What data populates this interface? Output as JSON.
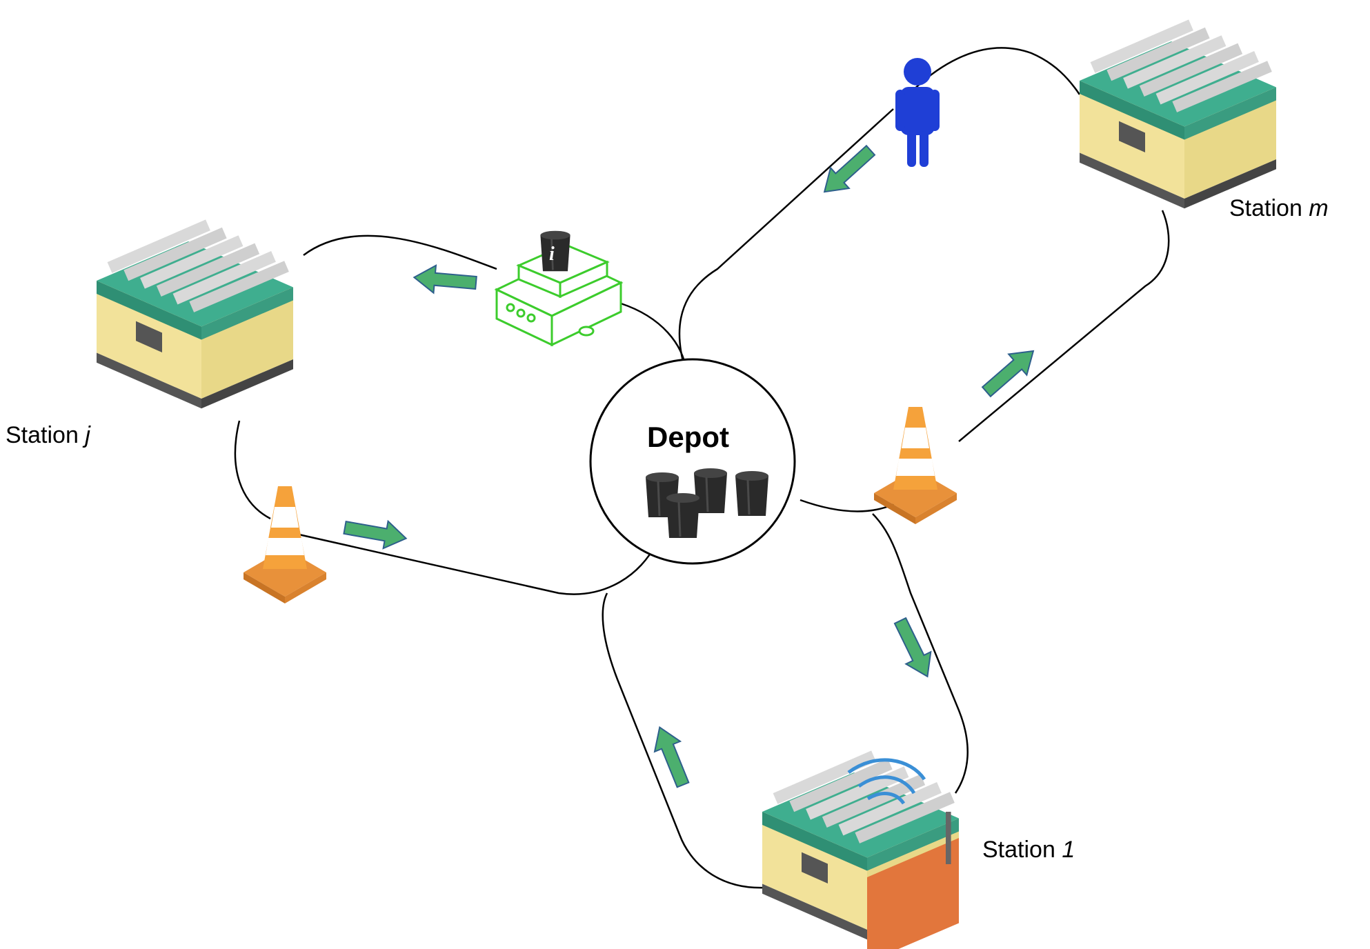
{
  "labels": {
    "depot": "Depot",
    "station_j_prefix": "Station ",
    "station_j_index": "j",
    "station_m_prefix": "Station ",
    "station_m_index": "m",
    "station_1_prefix": "Station ",
    "station_1_index": "1",
    "vehicle_id": "i"
  },
  "colors": {
    "route_line": "#000000",
    "arrow": "#4caf6e",
    "arrow_outline": "#2e5f8c",
    "vehicle_outline": "#3ccc2c",
    "person": "#1f3fd6",
    "cone": "#f5a23b",
    "station_teal": "#3fae8f",
    "station_base": "#f2e29a",
    "station_orange": "#e2763c",
    "bin": "#2a2a2a"
  },
  "icons": [
    "station-machine-icon",
    "traffic-cone-icon",
    "person-icon",
    "agv-vehicle-icon",
    "bin-icon",
    "wireless-signal-icon",
    "flow-arrow-icon"
  ]
}
